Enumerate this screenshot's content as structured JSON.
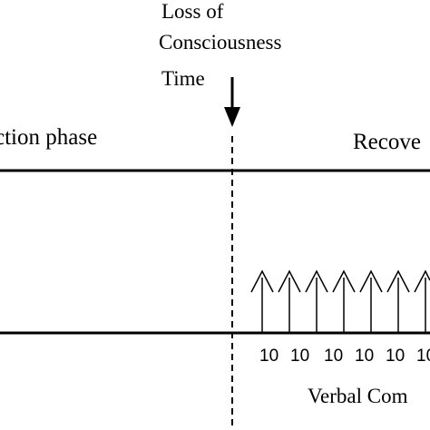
{
  "labels": {
    "loss_line1": "Loss of",
    "loss_line2": "Consciousness",
    "loss_line3": "Time",
    "induction": "ction phase",
    "recovery": "Recove",
    "verbal": "Verbal Com"
  },
  "verbal_values": [
    "10",
    "10",
    "10",
    "10",
    "10",
    "10"
  ],
  "colors": {
    "line": "#000000",
    "background": "#ffffff"
  }
}
